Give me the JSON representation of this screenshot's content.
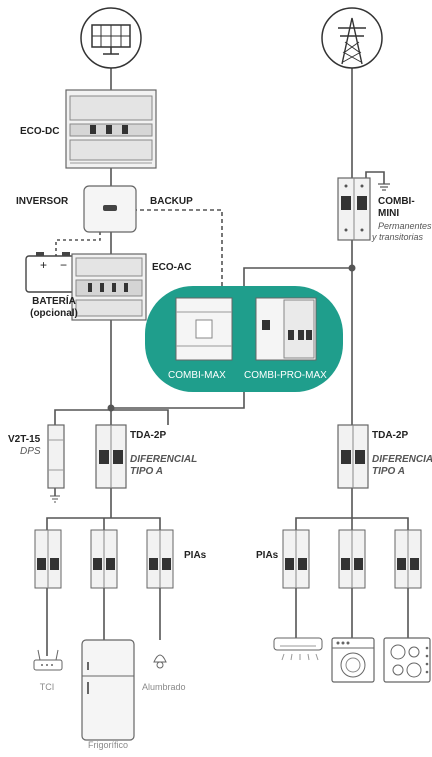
{
  "labels": {
    "eco_dc": "ECO-DC",
    "inversor": "INVERSOR",
    "backup": "BACKUP",
    "eco_ac": "ECO-AC",
    "bateria_1": "BATERÍA",
    "bateria_2": "(opcional)",
    "combi_mini_1": "COMBI-",
    "combi_mini_2": "MINI",
    "permanentes_1": "Permanentes",
    "permanentes_2": "y transitorias",
    "combi_max": "COMBI-MAX",
    "combi_pro_max": "COMBI-PRO-MAX",
    "v2t15": "V2T-15",
    "dps": "DPS",
    "tda_left": "TDA-2P",
    "diferencial_left_1": "DIFERENCIAL",
    "diferencial_left_2": "TIPO A",
    "tda_right": "TDA-2P",
    "diferencial_right_1": "DIFERENCIAL",
    "diferencial_right_2": "TIPO A",
    "pias_left": "PIAs",
    "pias_right": "PIAs",
    "tci": "TCI",
    "alumbrado": "Alumbrado",
    "frigorifico": "Frigorífico",
    "battery_plus": "+",
    "battery_minus": "−"
  },
  "colors": {
    "line": "#555555",
    "teal": "#1f9e8c",
    "device_fill": "#f2f2f2",
    "device_stroke": "#666666",
    "dark": "#333333"
  }
}
